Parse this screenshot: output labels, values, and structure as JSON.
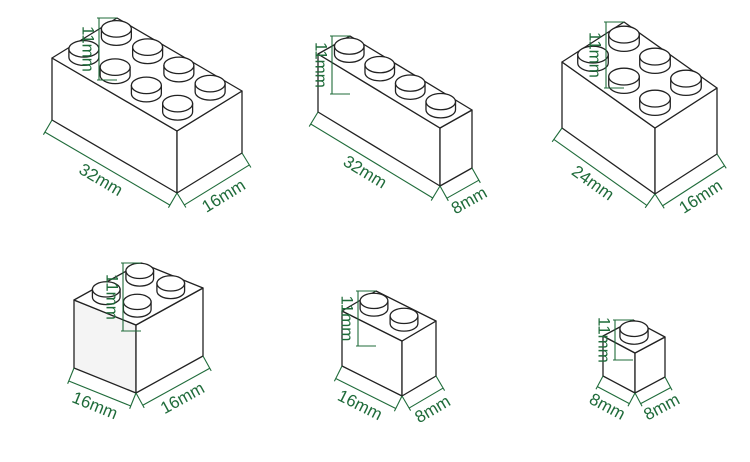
{
  "colors": {
    "outline": "#222222",
    "face_top": "#ffffff",
    "face_front": "#ffffff",
    "face_side": "#ffffff",
    "face_shaded": "#f4f4f4",
    "dimension_line": "#1f6b3a",
    "dimension_text": "#1f6b3a"
  },
  "bricks": [
    {
      "id": "brick-2x4",
      "cols": 4,
      "rows": 2,
      "length": "32mm",
      "width": "16mm",
      "height": "11mm"
    },
    {
      "id": "brick-1x4",
      "cols": 4,
      "rows": 1,
      "length": "32mm",
      "width": "8mm",
      "height": "11mm"
    },
    {
      "id": "brick-2x3",
      "cols": 3,
      "rows": 2,
      "length": "24mm",
      "width": "16mm",
      "height": "11mm"
    },
    {
      "id": "brick-2x2",
      "cols": 2,
      "rows": 2,
      "length": "16mm",
      "width": "16mm",
      "height": "11mm"
    },
    {
      "id": "brick-1x2",
      "cols": 2,
      "rows": 1,
      "length": "16mm",
      "width": "8mm",
      "height": "11mm"
    },
    {
      "id": "brick-1x1",
      "cols": 1,
      "rows": 1,
      "length": "8mm",
      "width": "8mm",
      "height": "11mm"
    }
  ]
}
